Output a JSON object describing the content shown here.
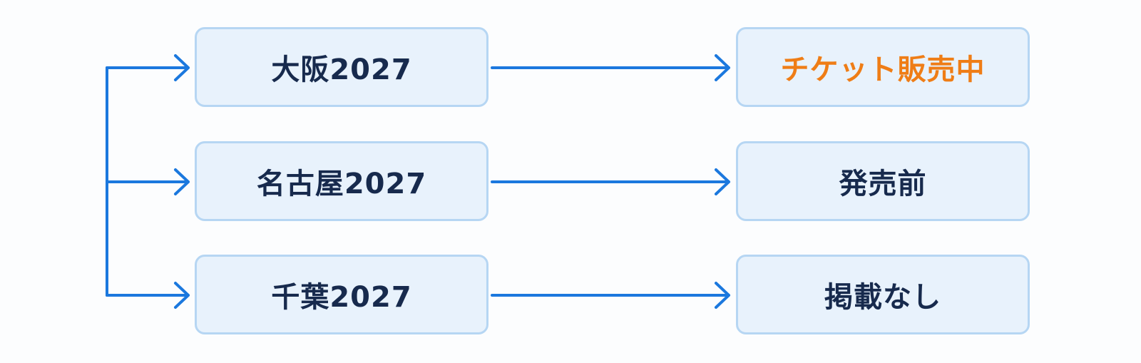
{
  "rows": [
    {
      "event": "大阪2027",
      "status": "チケット販売中",
      "status_color": "#ef7d16"
    },
    {
      "event": "名古屋2027",
      "status": "発売前",
      "status_color": "#172a4d"
    },
    {
      "event": "千葉2027",
      "status": "掲載なし",
      "status_color": "#172a4d"
    }
  ],
  "colors": {
    "connector": "#1b78de",
    "box_fill": "#e8f2fc",
    "box_border": "#b6d6f3",
    "text": "#172a4d",
    "highlight": "#ef7d16"
  }
}
